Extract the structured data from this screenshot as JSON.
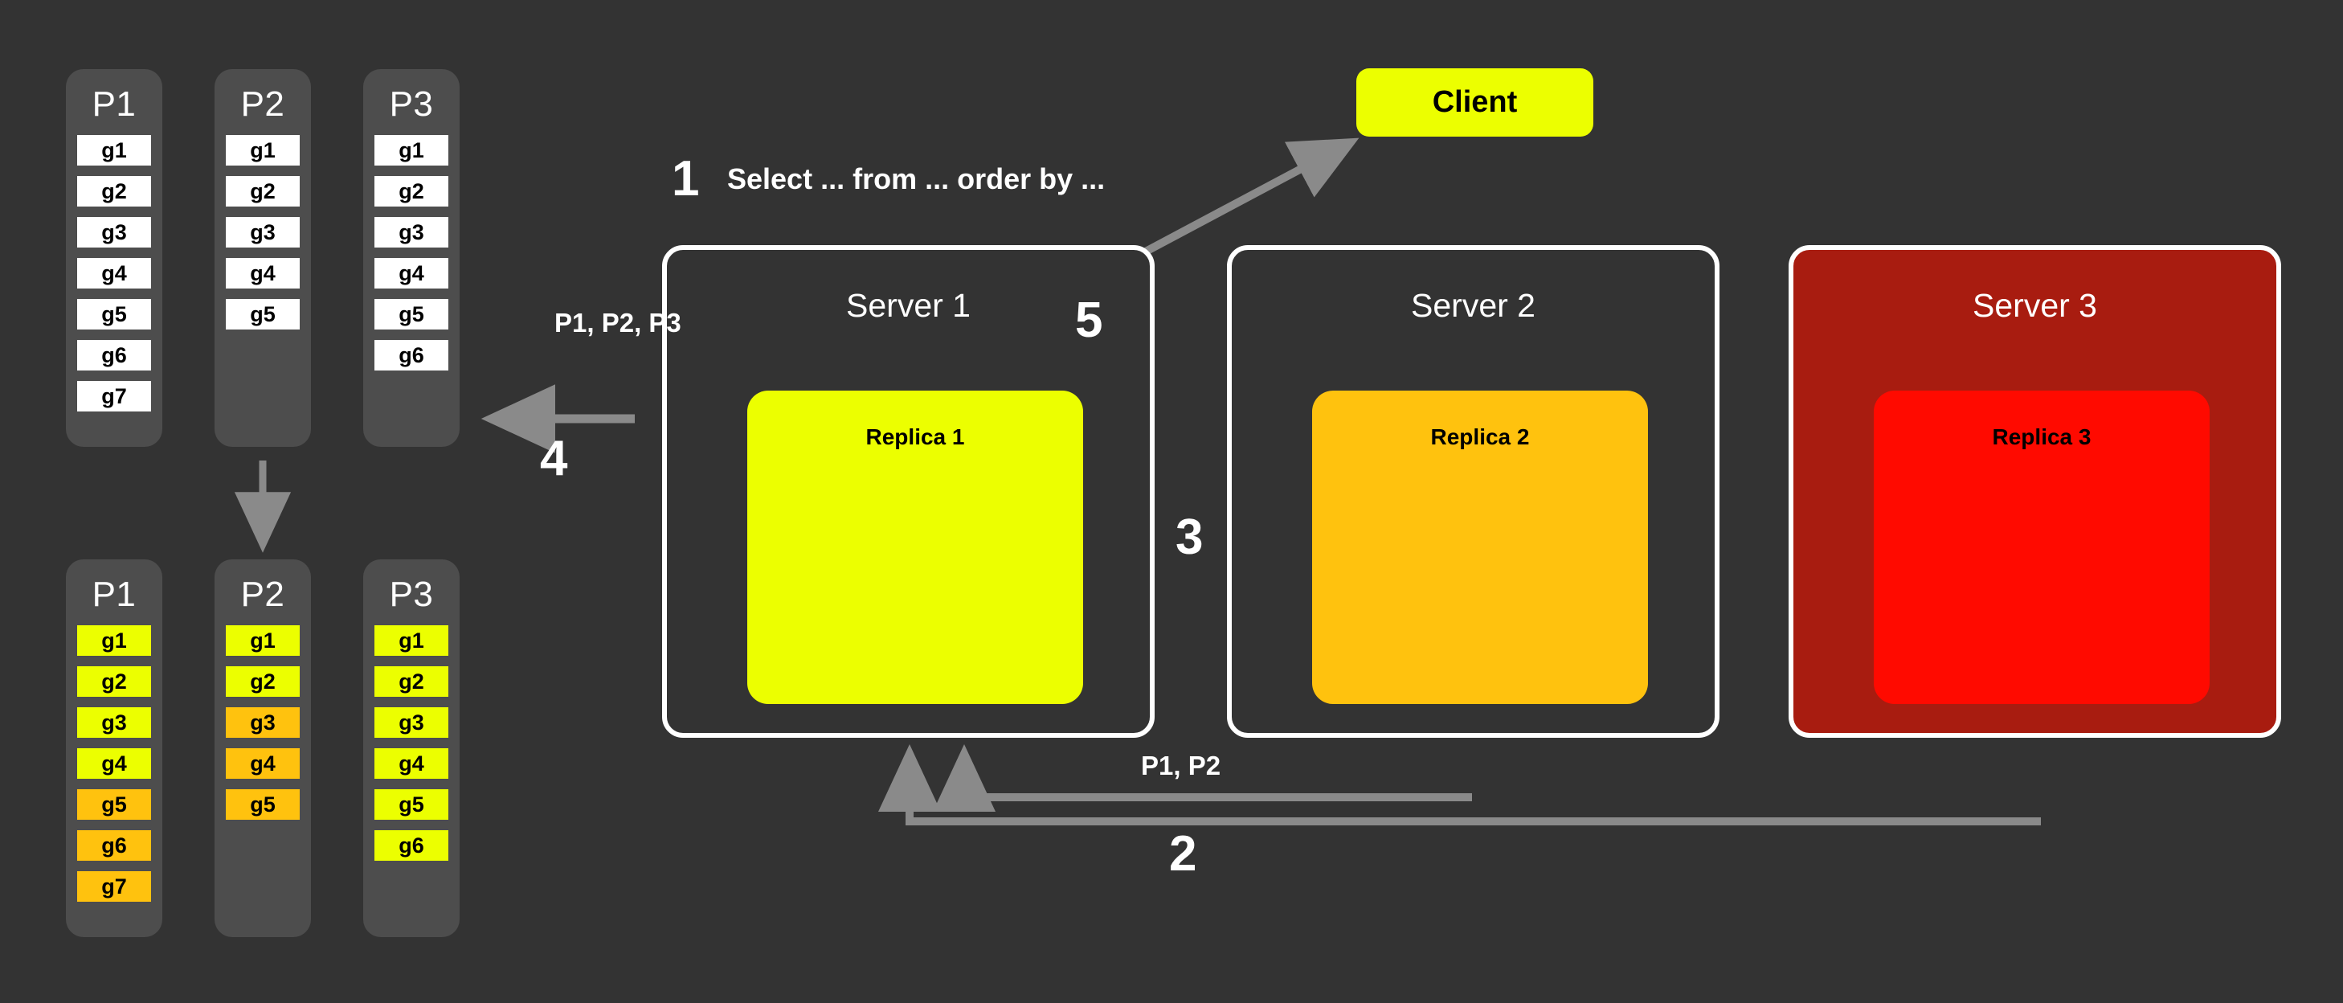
{
  "colors": {
    "background": "#333333",
    "partition_bg": "#4d4d4d",
    "cell_white": "#ffffff",
    "cell_yellow": "#ECFF00",
    "cell_orange": "#FFC20E",
    "replica1": "#ECFF00",
    "replica2": "#FFC20E",
    "replica3": "#FF0A00",
    "server3_failed_bg": "#A81C10",
    "server_border": "#ffffff",
    "arrow": "#8a8a8a",
    "text_light": "#ffffff",
    "text_dark": "#000000"
  },
  "partitions_before": [
    {
      "title": "P1",
      "cells": [
        {
          "label": "g1",
          "state": "white"
        },
        {
          "label": "g2",
          "state": "white"
        },
        {
          "label": "g3",
          "state": "white"
        },
        {
          "label": "g4",
          "state": "white"
        },
        {
          "label": "g5",
          "state": "white"
        },
        {
          "label": "g6",
          "state": "white"
        },
        {
          "label": "g7",
          "state": "white"
        }
      ]
    },
    {
      "title": "P2",
      "cells": [
        {
          "label": "g1",
          "state": "white"
        },
        {
          "label": "g2",
          "state": "white"
        },
        {
          "label": "g3",
          "state": "white"
        },
        {
          "label": "g4",
          "state": "white"
        },
        {
          "label": "g5",
          "state": "white"
        }
      ]
    },
    {
      "title": "P3",
      "cells": [
        {
          "label": "g1",
          "state": "white"
        },
        {
          "label": "g2",
          "state": "white"
        },
        {
          "label": "g3",
          "state": "white"
        },
        {
          "label": "g4",
          "state": "white"
        },
        {
          "label": "g5",
          "state": "white"
        },
        {
          "label": "g6",
          "state": "white"
        }
      ]
    }
  ],
  "partitions_after": [
    {
      "title": "P1",
      "cells": [
        {
          "label": "g1",
          "state": "yellow"
        },
        {
          "label": "g2",
          "state": "yellow"
        },
        {
          "label": "g3",
          "state": "yellow"
        },
        {
          "label": "g4",
          "state": "yellow"
        },
        {
          "label": "g5",
          "state": "orange"
        },
        {
          "label": "g6",
          "state": "orange"
        },
        {
          "label": "g7",
          "state": "orange"
        }
      ]
    },
    {
      "title": "P2",
      "cells": [
        {
          "label": "g1",
          "state": "yellow"
        },
        {
          "label": "g2",
          "state": "yellow"
        },
        {
          "label": "g3",
          "state": "orange"
        },
        {
          "label": "g4",
          "state": "orange"
        },
        {
          "label": "g5",
          "state": "orange"
        }
      ]
    },
    {
      "title": "P3",
      "cells": [
        {
          "label": "g1",
          "state": "yellow"
        },
        {
          "label": "g2",
          "state": "yellow"
        },
        {
          "label": "g3",
          "state": "yellow"
        },
        {
          "label": "g4",
          "state": "yellow"
        },
        {
          "label": "g5",
          "state": "yellow"
        },
        {
          "label": "g6",
          "state": "yellow"
        }
      ]
    }
  ],
  "servers": [
    {
      "title": "Server 1",
      "replica": "Replica 1",
      "status": "healthy"
    },
    {
      "title": "Server 2",
      "replica": "Replica 2",
      "status": "healthy"
    },
    {
      "title": "Server 3",
      "replica": "Replica 3",
      "status": "failed"
    }
  ],
  "client": {
    "label": "Client"
  },
  "steps": {
    "one": "1",
    "two": "2",
    "three": "3",
    "four": "4",
    "five": "5"
  },
  "labels": {
    "query": "Select ... from ... order by ...",
    "partitions_all": "P1, P2, P3",
    "partitions_p1p2": "P1, P2"
  }
}
